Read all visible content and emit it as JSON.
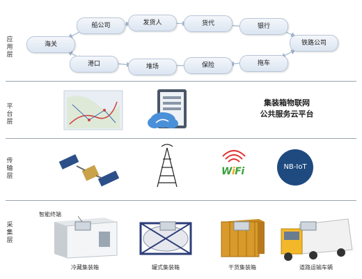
{
  "layers": {
    "application": "应用层",
    "platform": "平台层",
    "transmission": "传输层",
    "collection": "采集层"
  },
  "application": {
    "nodes": [
      "海关",
      "船公司",
      "发货人",
      "货代",
      "银行",
      "铁路公司",
      "港口",
      "堆场",
      "保险",
      "拖车"
    ]
  },
  "platform": {
    "title_line1": "集装箱物联网",
    "title_line2": "公共服务云平台"
  },
  "transmission": {
    "wifi": {
      "w": "W",
      "i": "i",
      "fi": "Fi"
    },
    "nbiot": "NB-IoT"
  },
  "collection": {
    "smart_terminal": "智能终端",
    "items": [
      "冷藏集装箱",
      "罐式集装箱",
      "干货集装箱",
      "道路运输车辆"
    ]
  },
  "colors": {
    "node_border": "#b8c6d8",
    "arrow": "#9fb3c8",
    "divider": "#9aa4b0",
    "nbiot_bg": "#1f4a80",
    "wifi_green": "#3aa13a",
    "wifi_orange": "#f1a21a"
  }
}
